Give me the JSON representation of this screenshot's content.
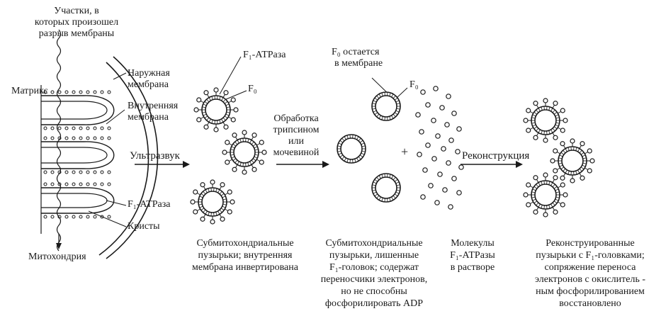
{
  "labels": {
    "rupture_sites": [
      "Участки, в",
      "которых произошел",
      "разрыв мембраны"
    ],
    "matrix": "Матрикс",
    "outer_membrane": [
      "Наружная",
      "мембрана"
    ],
    "inner_membrane": [
      "Внутренняя",
      "мембрана"
    ],
    "ultrasound": "Ультразвук",
    "f1_atpase_mito": "F₁-АТРаза",
    "cristae": "Кристы",
    "mitochondrion": "Митохондрия",
    "f1_atpase_vesicle": "F₁-АТРаза",
    "f0_vesicle": "F₀",
    "treatment": [
      "Обработка",
      "трипсином",
      "или",
      "мочевиной"
    ],
    "f0_remains": [
      "F₀ остается",
      "в мембране"
    ],
    "f0_stripped": "F₀",
    "plus": "+",
    "reconstruction": "Реконструкция"
  },
  "captions": {
    "submito": [
      "Субмитохондриальные",
      "пузырьки; внутренняя",
      "мембрана инвертирована"
    ],
    "stripped": [
      "Субмитохондриальные",
      "пузырьки, лишенные",
      "F₁-головок; содержат",
      "переносчики электронов,",
      "но не способны",
      "фосфорилировать ADP"
    ],
    "molecules": [
      "Молекулы",
      "F₁-АТРазы",
      "в растворе"
    ],
    "reconstituted": [
      "Реконструированные",
      "пузырьки с F₁-головками;",
      "сопряжение переноса",
      "электронов с окислитель -",
      "ным  фосфорилированием",
      "восстановлено"
    ]
  }
}
